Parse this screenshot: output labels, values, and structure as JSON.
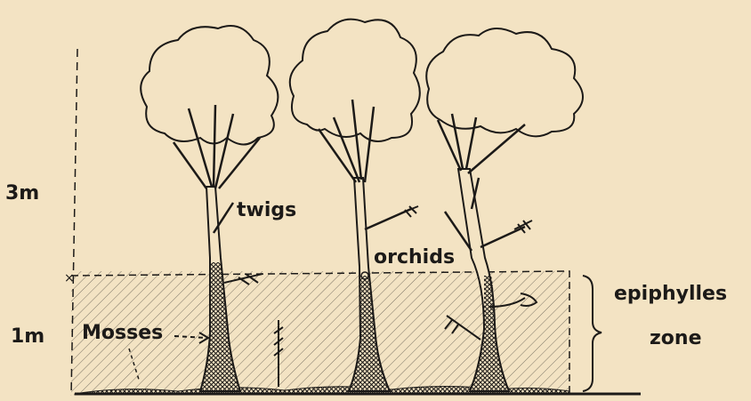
{
  "labels": {
    "height_3m": "3m",
    "height_1m": "1m",
    "twigs": "twigs",
    "orchids": "orchids",
    "mosses": "Mosses",
    "zone_line1": "epiphylles",
    "zone_line2": "zone"
  },
  "colors": {
    "background": "#f3e3c3",
    "ink": "#1c1a18"
  }
}
